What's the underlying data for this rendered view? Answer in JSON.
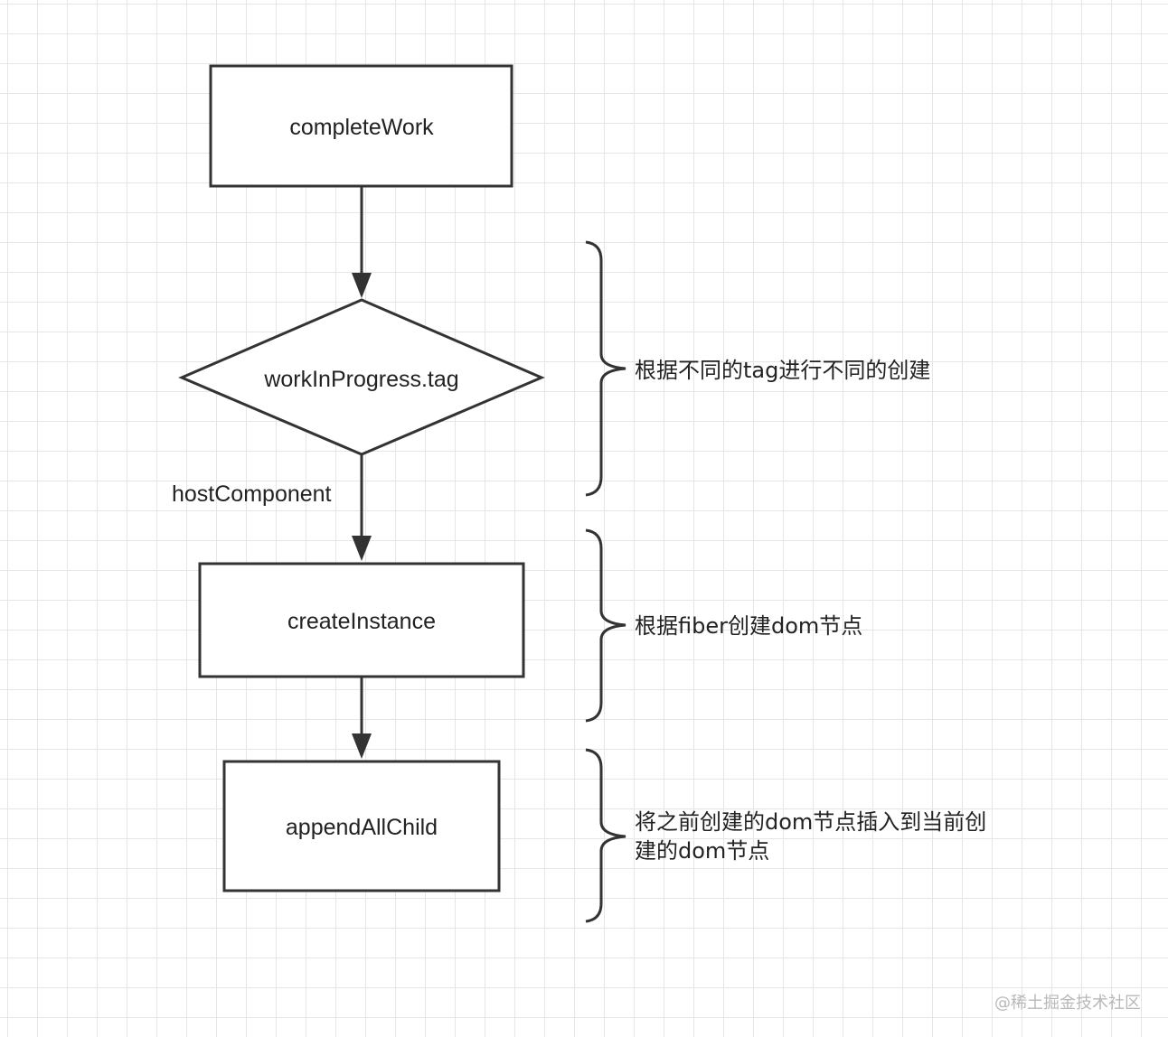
{
  "diagram": {
    "nodes": {
      "complete_work": "completeWork",
      "work_in_progress_tag": "workInProgress.tag",
      "create_instance": "createInstance",
      "append_all_child": "appendAllChild"
    },
    "edges": {
      "host_component": "hostComponent"
    },
    "notes": {
      "by_tag": "根据不同的tag进行不同的创建",
      "by_fiber": "根据fiber创建dom节点",
      "insert_line1": "将之前创建的dom节点插入到当前创",
      "insert_line2": "建的dom节点"
    },
    "watermark": "@稀土掘金技术社区"
  },
  "colors": {
    "stroke": "#333333",
    "grid": "#e6e6e6",
    "text": "#222222",
    "watermark": "#b8b8b8"
  }
}
